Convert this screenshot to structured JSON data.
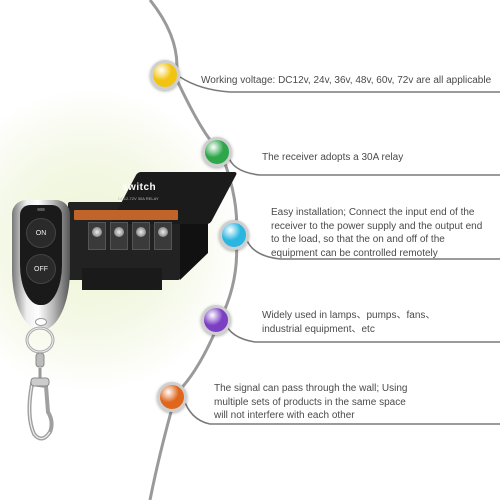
{
  "receiver": {
    "label": "switch",
    "small_print": "DC12-72V 30A RELAY"
  },
  "remote": {
    "on_label": "ON",
    "off_label": "OFF"
  },
  "features": [
    {
      "text": "Working voltage: DC12v, 24v, 36v, 48v, 60v, 72v are all applicable",
      "dot_color": "#f2c40f",
      "icon": "yellow-dot-icon"
    },
    {
      "text": "The receiver adopts a 30A relay",
      "dot_color": "#2ea64a",
      "icon": "green-dot-icon"
    },
    {
      "text": "Easy installation; Connect the input end of the receiver to the power supply and the output end to the load, so that the on and off of the equipment can be controlled remotely",
      "dot_color": "#29b6e0",
      "icon": "cyan-dot-icon"
    },
    {
      "text": "Widely used in lamps、pumps、fans、industrial equipment、etc",
      "dot_color": "#7b3fc4",
      "icon": "purple-dot-icon"
    },
    {
      "text": "The signal can pass through the wall; Using multiple sets of products in the same space will not interfere with each other",
      "dot_color": "#e0661c",
      "icon": "orange-dot-icon"
    }
  ],
  "colors": {
    "arc": "#9a9a9a",
    "text": "#4a4a4a",
    "glow": "#eef5d6",
    "relay_strip": "#c0642a"
  }
}
